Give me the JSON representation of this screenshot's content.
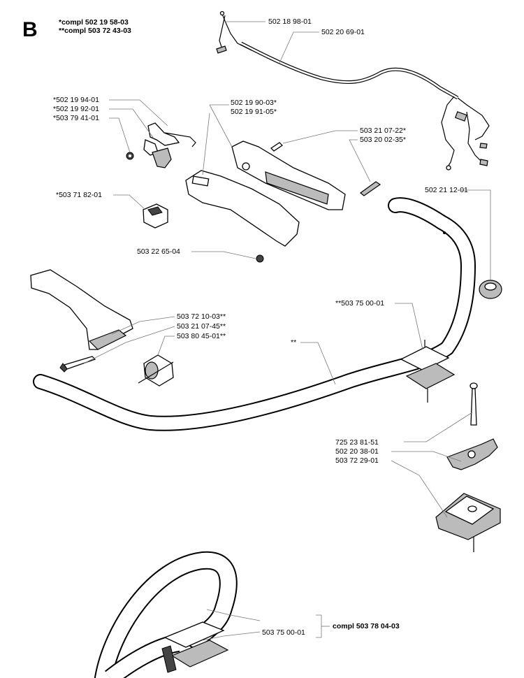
{
  "section": "B",
  "header": {
    "compl_1": "*compl 502 19 58-03",
    "compl_2": "**compl 503 72 43-03"
  },
  "labels": {
    "wire_tip": "502 18 98-01",
    "wire_harness": "502 20 69-01",
    "throttle_1": "*502 19 94-01",
    "throttle_2": "*502 19 92-01",
    "throttle_3": "*503 79 41-01",
    "handle_half_1": "502 19 90-03*",
    "handle_half_2": "502 19 91-05*",
    "screw_1": "503 21 07-22*",
    "screw_2": "503 20 02-35*",
    "switch": "*503 71 82-01",
    "rubber_part": "502 21 12-01",
    "nut": "503 22 65-04",
    "bracket_clamp": "**503 75 00-01",
    "left_grip_1": "503 72 10-03**",
    "left_grip_2": "503 21 07-45**",
    "left_grip_3": "503 80 45-01**",
    "handlebar": "**",
    "bolt": "725 23 81-51",
    "wing_knob": "502 20 38-01",
    "clamp_plate": "503 72 29-01",
    "loop_handle_top": "compl 503 78 04-03",
    "loop_handle_clamp": "503 75 00-01"
  }
}
